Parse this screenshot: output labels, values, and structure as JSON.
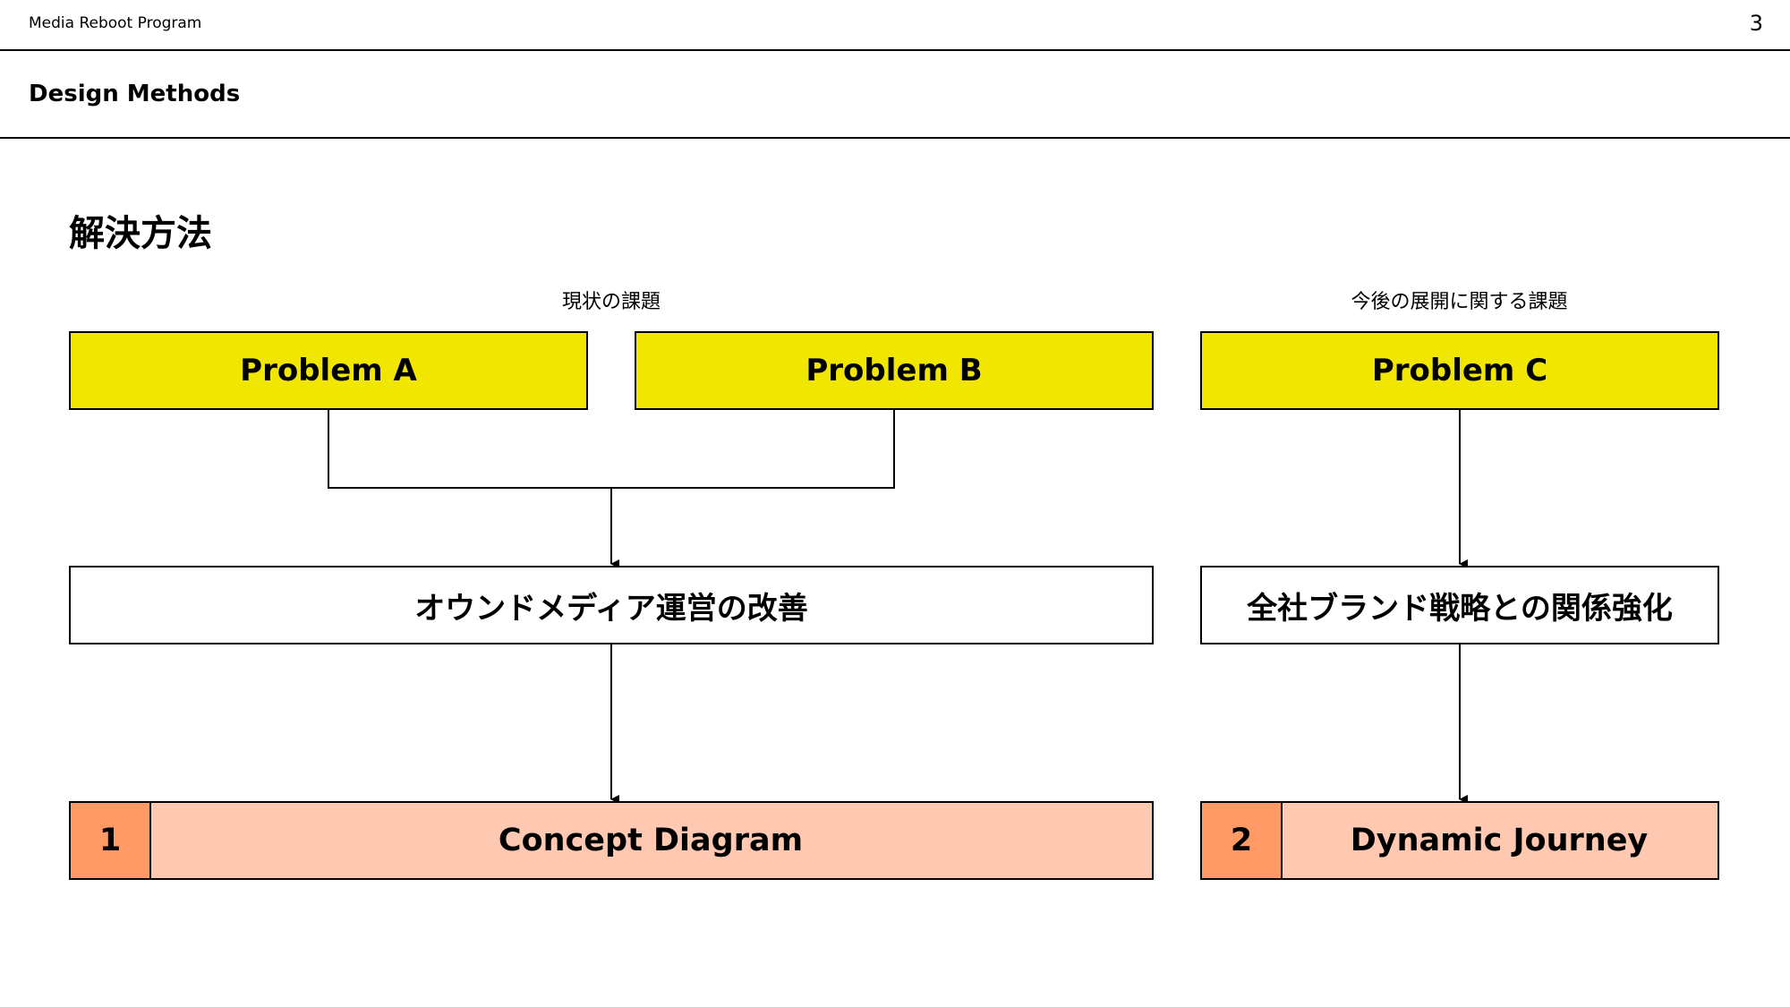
{
  "header": {
    "program": "Media Reboot Program",
    "page_number": "3",
    "section": "Design Methods"
  },
  "page": {
    "heading": "解決方法"
  },
  "groups": {
    "current": "現状の課題",
    "future": "今後の展開に関する課題"
  },
  "problems": {
    "a": "Problem A",
    "b": "Problem B",
    "c": "Problem C"
  },
  "solutions": {
    "owned_media": "オウンドメディア運営の改善",
    "brand": "全社ブランド戦略との関係強化"
  },
  "methods": {
    "first": {
      "number": "1",
      "label": "Concept Diagram"
    },
    "second": {
      "number": "2",
      "label": "Dynamic Journey"
    }
  },
  "colors": {
    "problem_fill": "#f0e600",
    "method_fill": "#ffc8b0",
    "method_number_fill": "#ff9a66"
  }
}
